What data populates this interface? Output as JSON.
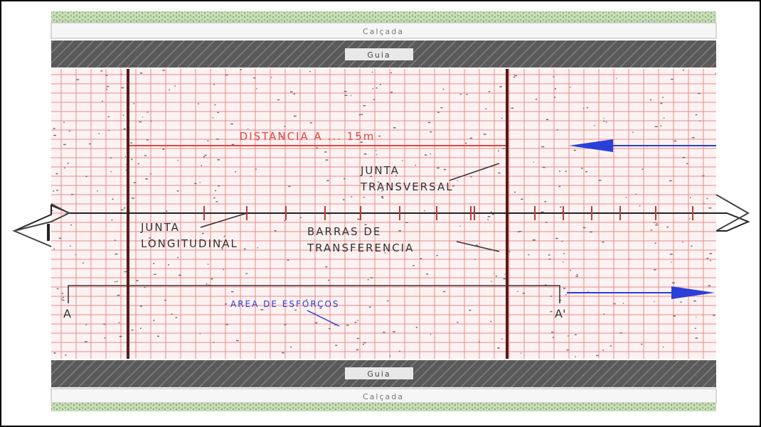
{
  "labels": {
    "sidewalk_top": "Calçada",
    "curb_top": "Guia",
    "sidewalk_bottom": "Calçada",
    "curb_bottom": "Guia",
    "distance": "DISTANCIA A ... 15m",
    "transverse_joint_line1": "JUNTA",
    "transverse_joint_line2": "TRANSVERSAL",
    "longitudinal_joint_line1": "JUNTA",
    "longitudinal_joint_line2": "LONGITUDINAL",
    "transfer_bars_line1": "BARRAS DE",
    "transfer_bars_line2": "TRANSFERENCIA",
    "section_mark_left": "A",
    "section_mark_right": "A'",
    "stress_label": "AREA DE ESFORÇOS"
  },
  "colors": {
    "grid": "#e88a8a",
    "joint": "#222222",
    "dimension": "#e24545",
    "flow": "#2a3fd8",
    "curb": "#555555",
    "edge": "#8fbf7a"
  },
  "direction_arrows": [
    "flow-arrow-upper-pointing-left",
    "flow-arrow-lower-pointing-right"
  ]
}
